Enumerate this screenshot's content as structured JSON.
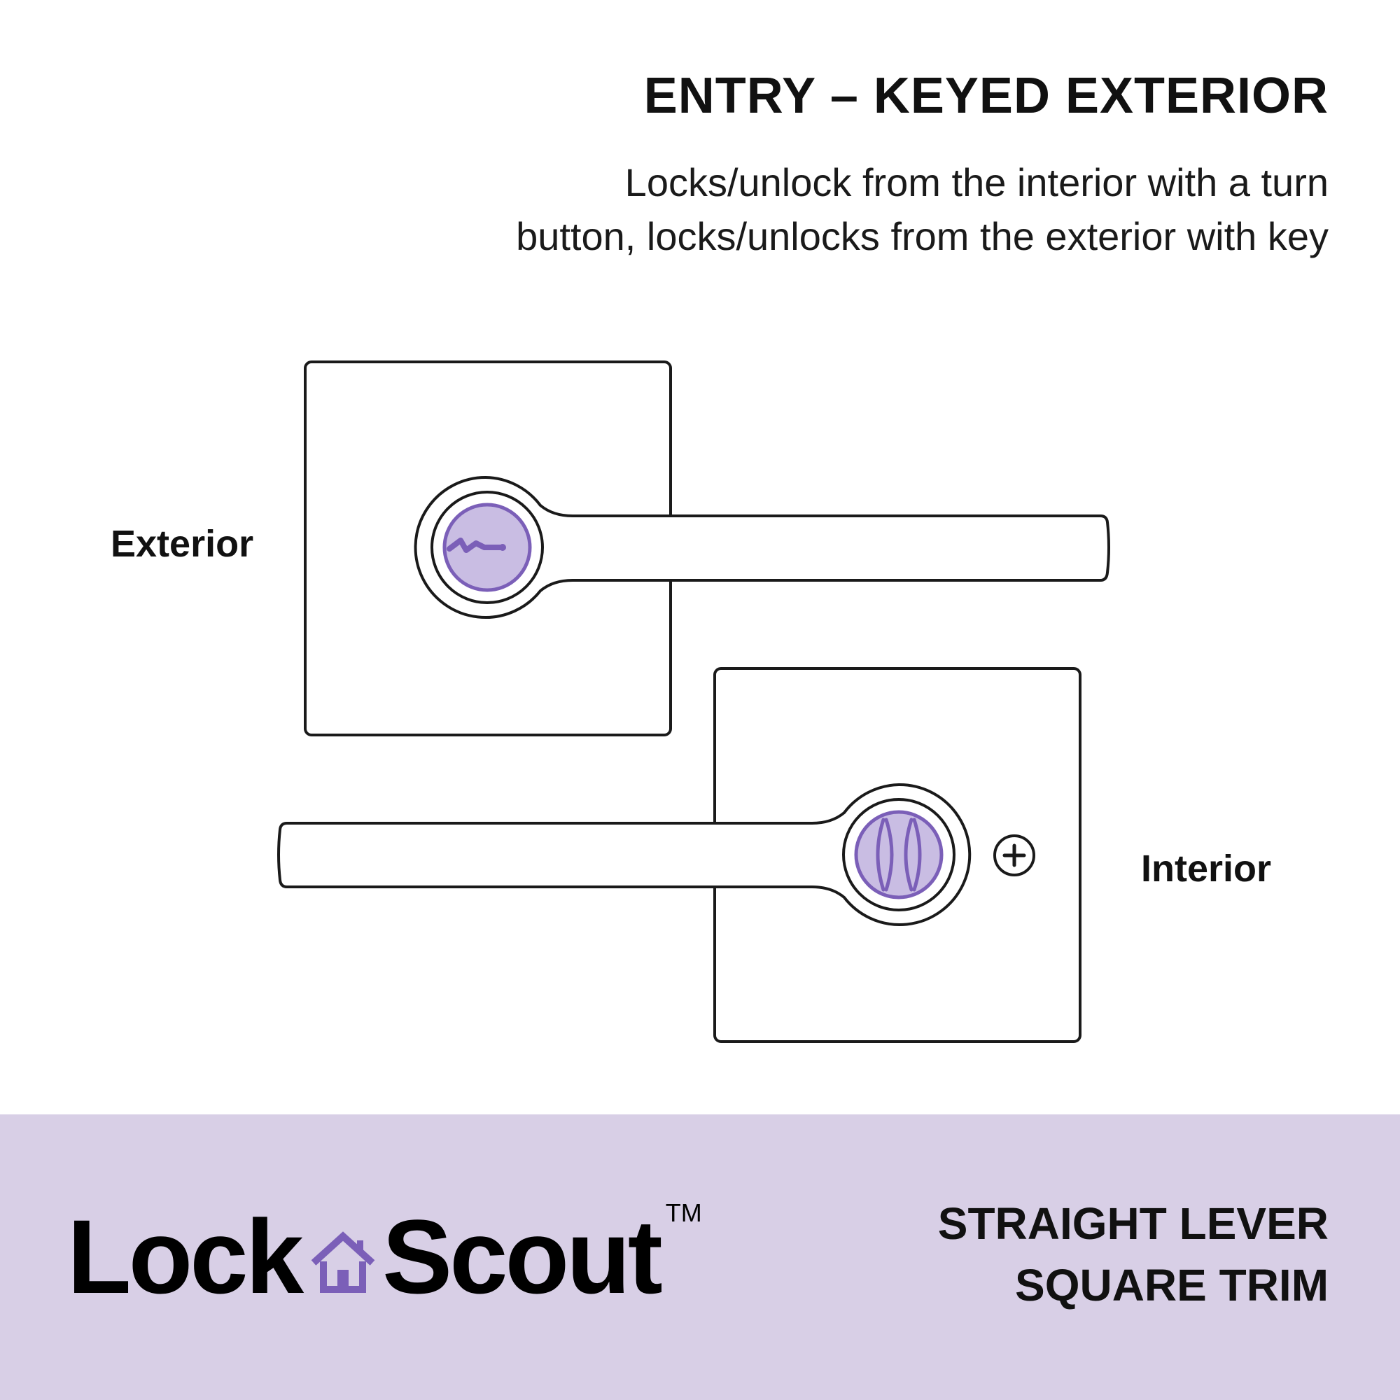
{
  "header": {
    "title": "ENTRY – KEYED EXTERIOR",
    "description_lines": [
      "Locks/unlock from the interior with a turn",
      "button, locks/unlocks from the exterior with key"
    ]
  },
  "diagram": {
    "exterior_label": "Exterior",
    "interior_label": "Interior",
    "outline_color": "#1a1a1a",
    "accent_color": "#7b5fb8",
    "accent_fill": "#c9bde3"
  },
  "footer": {
    "background": "#d8cfe6",
    "brand": {
      "word_left": "Lock",
      "word_right": "Scout",
      "trademark": "TM",
      "icon": "house-icon"
    },
    "product_lines": [
      "STRAIGHT LEVER",
      "SQUARE TRIM"
    ]
  }
}
